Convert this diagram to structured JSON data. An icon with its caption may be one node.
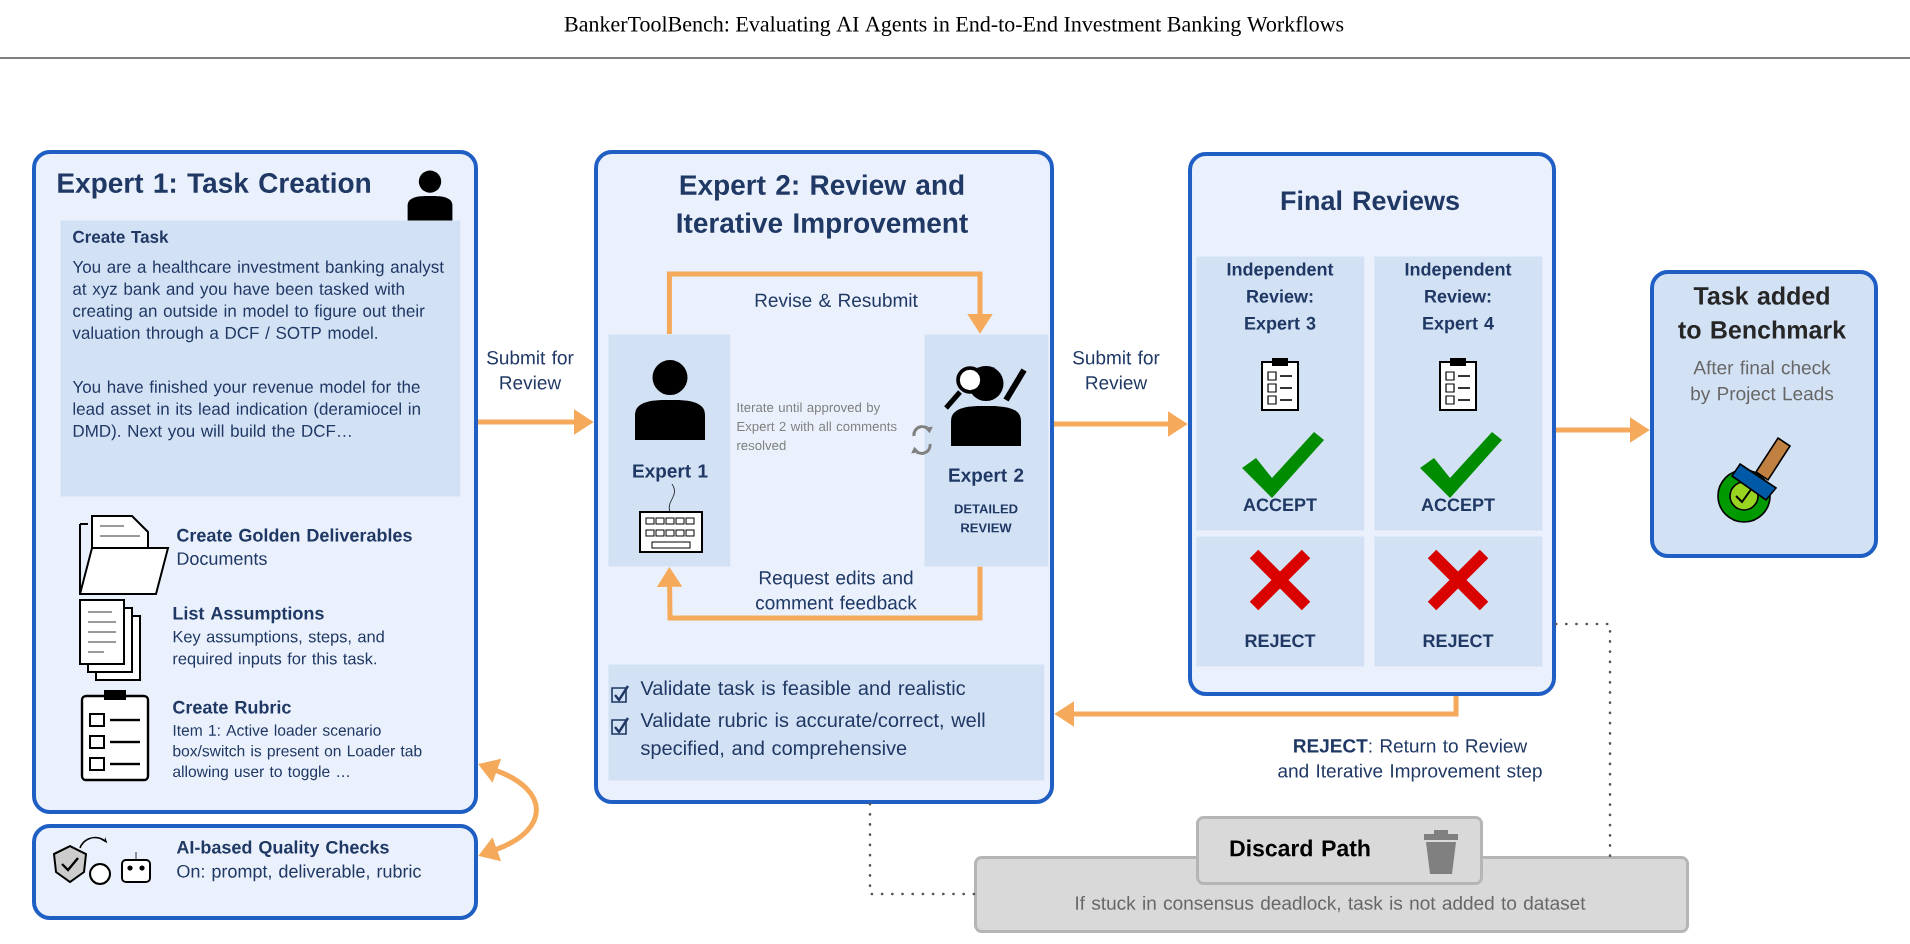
{
  "diagram": {
    "title": "BankerToolBench: Evaluating AI Agents in End-to-End Investment Banking Workflows",
    "nodes": [
      {
        "text": [
          "Expert 1: Task Creation",
          "Create Golden Deliverables",
          "Documents",
          "List Assumptions",
          "Key assumptions, steps, and required inputs for this task.",
          "Create Rubric",
          "Item 1: Active loader scenario box/switch is present on Loader tab allowing user to toggle …"
        ]
      },
      {
        "text": [
          "Create Task",
          "You are a healthcare investment banking analyst at xyz bank and you have been tasked with creating an outside in model to figure out their valuation through a DCF / SOTP model.",
          "You have finished your revenue model for the lead asset in its lead indication (deramiocel in DMD). Next you will build the DCF…"
        ],
        "in": 0
      },
      {
        "text": [
          "AI-based Quality Checks",
          "On: prompt, deliverable, rubric"
        ]
      },
      {
        "text": [
          "Expert 2: Review and Iterative Improvement"
        ]
      },
      {
        "text": [
          "Expert 1"
        ],
        "in": 3
      },
      {
        "text": [
          "Expert 2",
          "DETAILED REVIEW"
        ],
        "in": 3
      },
      {
        "text": [
          "Validate task is feasible and realistic",
          "Validate rubric is accurate/correct, well specified, and comprehensive"
        ],
        "in": 3
      },
      {
        "text": [
          "Final Reviews"
        ]
      },
      {
        "text": [
          "Independent Review: Expert 3",
          "ACCEPT"
        ],
        "in": 7
      },
      {
        "text": [
          "REJECT"
        ],
        "in": 7
      },
      {
        "text": [
          "Independent Review: Expert 4",
          "ACCEPT"
        ],
        "in": 7
      },
      {
        "text": [
          "REJECT"
        ],
        "in": 7
      },
      {
        "text": [
          "Task added to Benchmark",
          "After final check by Project Leads"
        ]
      },
      {
        "text": [
          "Discard Path",
          "If stuck in consensus deadlock, task is not added to dataset"
        ]
      }
    ],
    "edges": [
      {
        "from": 0,
        "to": 3,
        "arrow": "to",
        "label": "Submit for Review"
      },
      {
        "from": 4,
        "to": 5,
        "arrow": "to",
        "label": "Revise & Resubmit"
      },
      {
        "from": 5,
        "to": 4,
        "arrow": "to",
        "label": "Request edits and comment feedback"
      },
      {
        "from": 3,
        "to": 7,
        "arrow": "to",
        "label": "Submit for Review"
      },
      {
        "from": 7,
        "to": 12,
        "arrow": "to"
      },
      {
        "from": 7,
        "to": 3,
        "arrow": "to",
        "label": "**REJECT**: Return to Review and Iterative Improvement step"
      },
      {
        "from": 3,
        "to": 13,
        "arrow": "none",
        "style": "dashed",
        "color": "#555555"
      },
      {
        "from": 7,
        "to": 13,
        "arrow": "none",
        "style": "dashed",
        "color": "#555555"
      },
      {
        "from": 0,
        "to": 2,
        "arrow": "both"
      }
    ],
    "labels": [
      "Iterate until approved by Expert 2 with all comments resolved"
    ]
  }
}
